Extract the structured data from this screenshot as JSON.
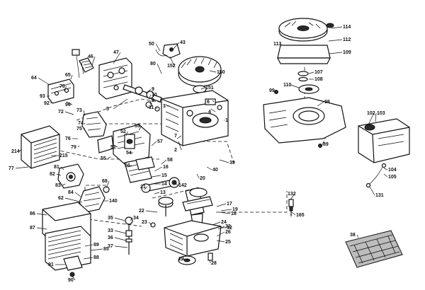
{
  "diagram": {
    "callouts": [
      "50",
      "43",
      "152",
      "80",
      "150",
      "47",
      "46",
      "65",
      "64",
      "70",
      "93",
      "92",
      "96",
      "151",
      "9",
      "10",
      "8",
      "6",
      "4",
      "5",
      "3",
      "1",
      "2",
      "11",
      "72",
      "73",
      "75",
      "76",
      "74",
      "79",
      "52",
      "53",
      "55",
      "54",
      "51",
      "56",
      "57",
      "58",
      "214",
      "215",
      "77",
      "82",
      "81",
      "83",
      "62",
      "84",
      "68",
      "140",
      "16",
      "15",
      "14",
      "13",
      "142",
      "18",
      "21",
      "7",
      "17",
      "19",
      "22",
      "23",
      "24",
      "35",
      "34",
      "33",
      "36",
      "37",
      "25",
      "26",
      "28",
      "29",
      "32",
      "12",
      "86",
      "87",
      "89",
      "85",
      "88",
      "91",
      "90",
      "114",
      "112",
      "113",
      "109",
      "107",
      "108",
      "110",
      "99",
      "98",
      "89",
      "102",
      "103",
      "104",
      "105",
      "131",
      "132",
      "165",
      "38",
      "39",
      "40",
      "20"
    ]
  }
}
